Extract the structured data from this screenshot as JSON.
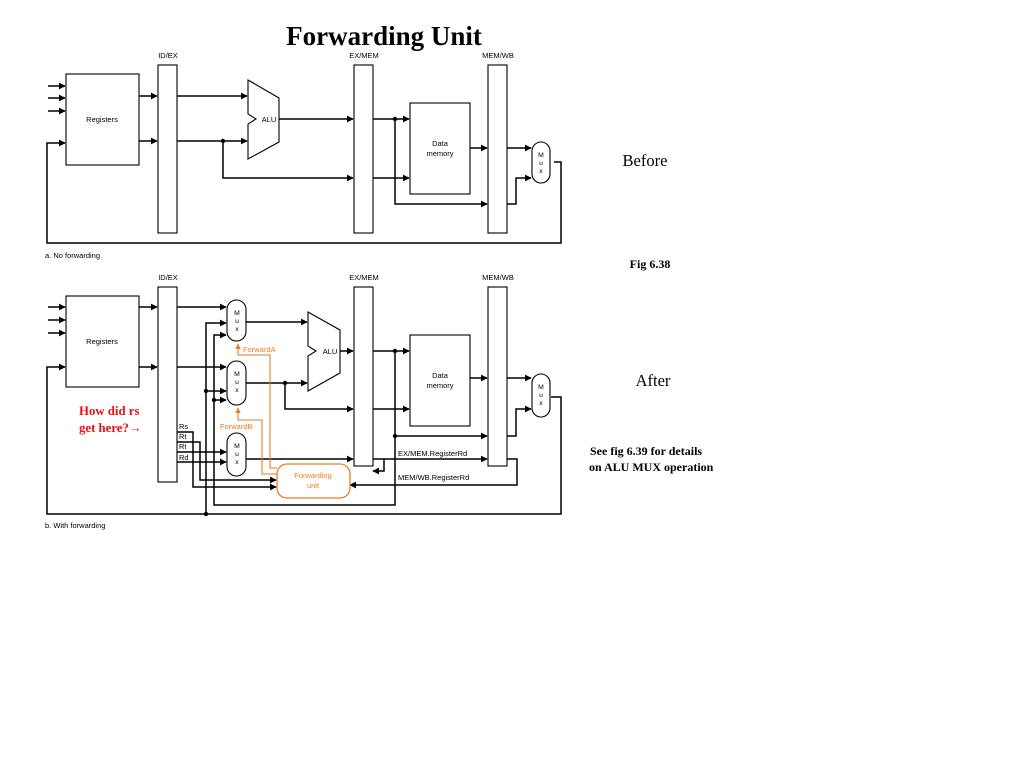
{
  "title": "Forwarding Unit",
  "annotations": {
    "before": "Before",
    "fig": "Fig 6.38",
    "after": "After",
    "question_line1": "How did rs",
    "question_line2": "get here?→",
    "see_line1": "See fig 6.39 for details",
    "see_line2": "on ALU MUX operation"
  },
  "top_diagram": {
    "caption": "a. No forwarding",
    "pipeline_registers": [
      "ID/EX",
      "EX/MEM",
      "MEM/WB"
    ],
    "registers": "Registers",
    "alu": "ALU",
    "data_memory": [
      "Data",
      "memory"
    ],
    "mux": [
      "M",
      "u",
      "x"
    ]
  },
  "bottom_diagram": {
    "caption": "b. With forwarding",
    "pipeline_registers": [
      "ID/EX",
      "EX/MEM",
      "MEM/WB"
    ],
    "registers": "Registers",
    "alu": "ALU",
    "data_memory": [
      "Data",
      "memory"
    ],
    "mux": [
      "M",
      "u",
      "x"
    ],
    "forward_a": "ForwardA",
    "forward_b": "ForwardB",
    "forwarding_unit": [
      "Forwarding",
      "unit"
    ],
    "reg_fields": [
      "Rs",
      "Rt",
      "Rt",
      "Rd"
    ],
    "exmem_rd": "EX/MEM.RegisterRd",
    "memwb_rd": "MEM/WB.RegisterRd"
  },
  "colors": {
    "accent_orange": "#e67e22",
    "question_red": "#e8110f"
  }
}
